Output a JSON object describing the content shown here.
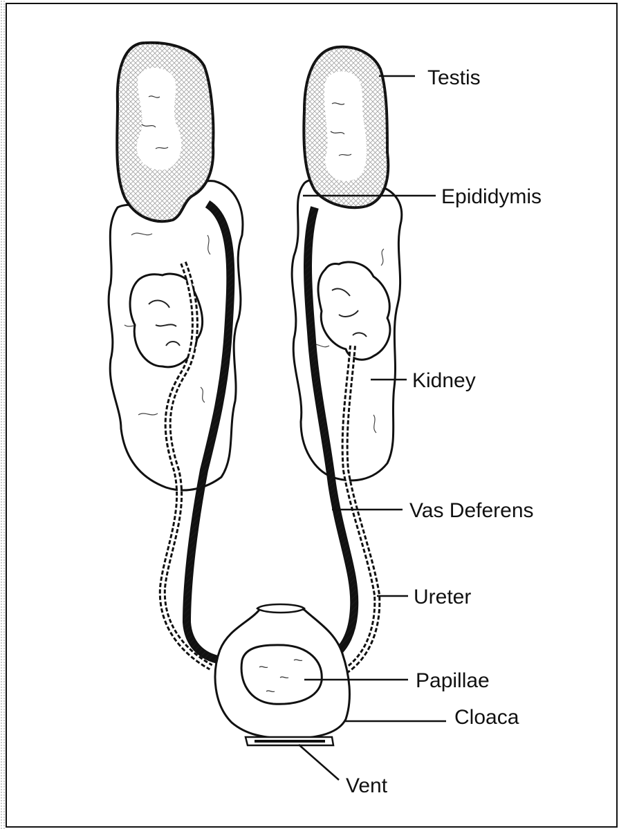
{
  "diagram": {
    "labels": {
      "testis": "Testis",
      "epididymis": "Epididymis",
      "kidney": "Kidney",
      "vas_deferens": "Vas Deferens",
      "ureter": "Ureter",
      "papillae": "Papillae",
      "cloaca": "Cloaca",
      "vent": "Vent"
    }
  }
}
